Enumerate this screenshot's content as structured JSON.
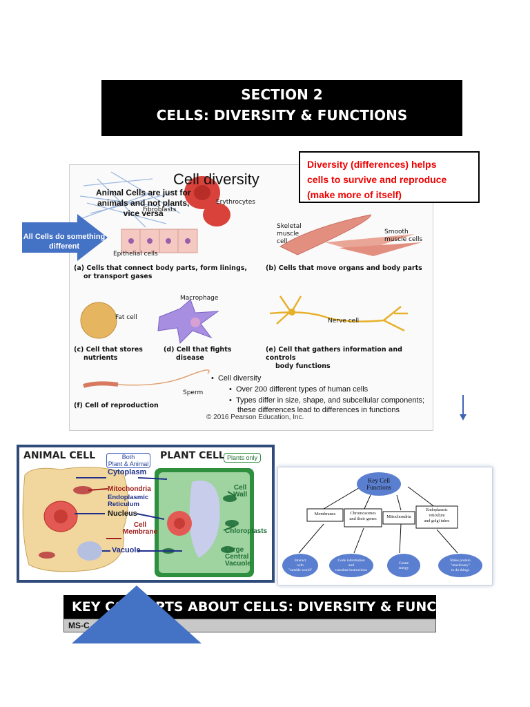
{
  "header": {
    "line1": "SECTION 2",
    "line2": "CELLS: DIVERSITY & FUNCTIONS"
  },
  "callout": {
    "line1": "Diversity (differences) helps",
    "line2": "cells to survive and reproduce",
    "line3": "(make more of itself)"
  },
  "arrow_note": {
    "line1": "All Cells do something",
    "line2": "different"
  },
  "diversity_figure": {
    "title": "Cell diversity",
    "animal_note": [
      "Animal Cells are just for",
      "animals and not plants,",
      "vice versa"
    ],
    "labels": {
      "erythrocytes": "Erythrocytes",
      "fibroblasts": "Fibroblasts",
      "epithelial": "Epithelial cells",
      "skeletal": [
        "Skeletal",
        "muscle",
        "cell"
      ],
      "smooth": [
        "Smooth",
        "muscle cells"
      ],
      "fat": "Fat cell",
      "macrophage": "Macrophage",
      "nerve": "Nerve cell",
      "sperm": "Sperm"
    },
    "captions": {
      "a": [
        "(a) Cells that connect body parts, form linings,",
        "or transport gases"
      ],
      "b": "(b) Cells that move organs and body parts",
      "c": [
        "(c) Cell that stores",
        "nutrients"
      ],
      "d": [
        "(d) Cell that fights",
        "disease"
      ],
      "e": [
        "(e) Cell that gathers information and controls",
        "body functions"
      ],
      "f": "(f) Cell of reproduction"
    },
    "bullets": {
      "main": "Cell diversity",
      "sub1": "Over 200 different types of human cells",
      "sub2a": "Types differ in size, shape, and subcellular components;",
      "sub2b": "these differences lead to  differences in functions"
    },
    "copyright": "© 2016 Pearson Education, Inc."
  },
  "cell_comparison": {
    "animal_title": "ANIMAL CELL",
    "plant_title": "PLANT CELL",
    "both_badge": [
      "Both",
      "Plant & Animal"
    ],
    "plants_badge": "Plants only",
    "labels": {
      "cytoplasm": "Cytoplasm",
      "mitochondria": "Mitochondria",
      "er": [
        "Endoplasmic",
        "Reticulum"
      ],
      "nucleus": "Nucleus",
      "membrane": [
        "Cell",
        "Membrane"
      ],
      "vacuole": "Vacuole",
      "cell_wall": [
        "Cell",
        "Wall"
      ],
      "chloroplasts": "Chloroplasts",
      "central_vacuole": [
        "Large",
        "Central",
        "Vacuole"
      ]
    }
  },
  "concept_map": {
    "root": [
      "Key Cell",
      "Functions"
    ],
    "branches": [
      {
        "label": [
          "Membranes"
        ],
        "leaf": [
          "Interact",
          "with",
          "\"outside world\""
        ]
      },
      {
        "label": [
          "Chromosomes",
          "and their genes"
        ],
        "leaf": [
          "Code information",
          "and",
          "translate instructions"
        ]
      },
      {
        "label": [
          "Mitochondria"
        ],
        "leaf": [
          "Create",
          "energy"
        ]
      },
      {
        "label": [
          "Endoplasmic",
          "reticulum",
          "and golgi tubes"
        ],
        "leaf": [
          "Make protein",
          "\"machinery\"",
          "to do things"
        ]
      }
    ]
  },
  "key_banner": {
    "text": "KEY CONCEPTS ABOUT CELLS: DIVERSITY & FUNCTIONS",
    "code": "MS-C"
  },
  "colors": {
    "callout_text": "#e00000",
    "arrow_blue": "#4472c4",
    "frame_navy": "#2e4b7a"
  }
}
